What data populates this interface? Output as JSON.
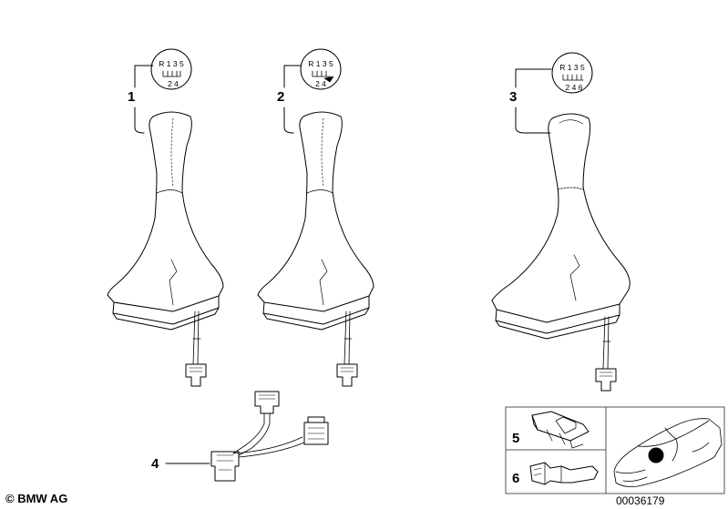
{
  "callouts": {
    "p1": "1",
    "p2": "2",
    "p3": "3",
    "p4": "4",
    "p5": "5",
    "p6": "6"
  },
  "shift_patterns": {
    "five_speed_top": "R 1 3 5",
    "five_speed_bottom": "2 4",
    "six_speed_top": "R 1 3 5",
    "six_speed_bottom": "2 4 6"
  },
  "footer": {
    "copyright": "© BMW AG",
    "drawing_number": "00036179"
  },
  "colors": {
    "line": "#000000",
    "background": "#ffffff",
    "panel_border": "#555555",
    "marker": "#000000"
  }
}
